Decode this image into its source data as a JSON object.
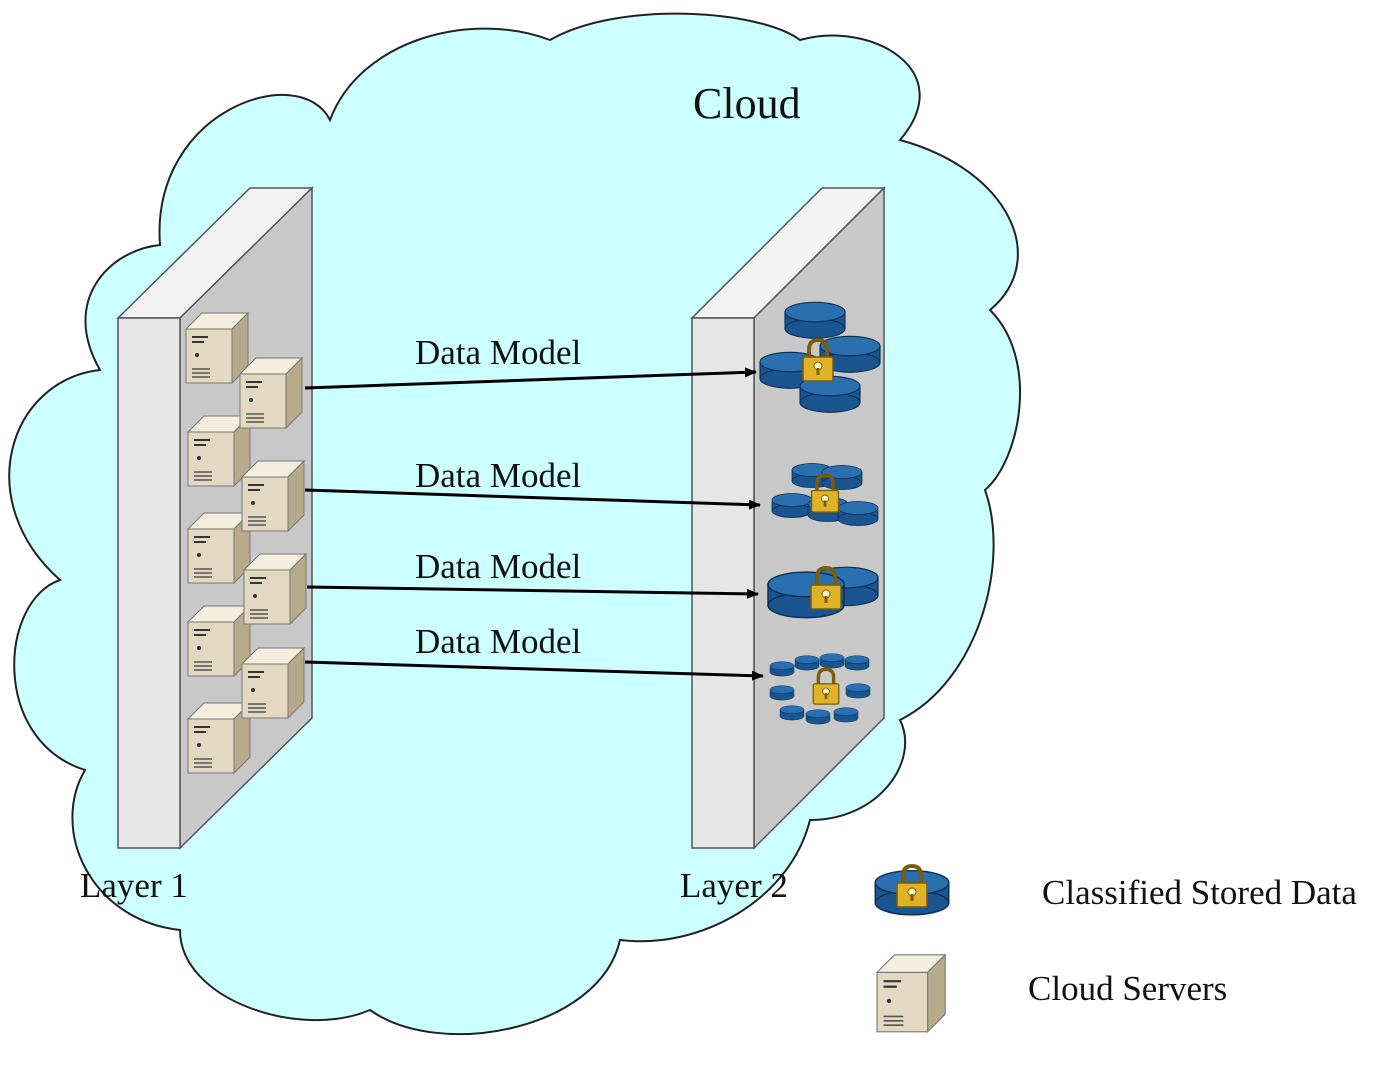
{
  "cloud": {
    "label": "Cloud"
  },
  "layers": [
    {
      "label": "Layer 1",
      "contains": "cloud-servers"
    },
    {
      "label": "Layer 2",
      "contains": "classified-stored-data"
    }
  ],
  "edges": [
    {
      "label": "Data Model"
    },
    {
      "label": "Data Model"
    },
    {
      "label": "Data Model"
    },
    {
      "label": "Data Model"
    }
  ],
  "legend": [
    {
      "icon": "database-lock-icon",
      "label": "Classified Stored Data"
    },
    {
      "icon": "server-icon",
      "label": "Cloud Servers"
    }
  ],
  "colors": {
    "cloud_fill": "#ccffff",
    "panel_front": "#e6e6e6",
    "panel_face": "#c8c8c8",
    "database": "#1f5d99",
    "server": "#e3d9c2",
    "lock": "#e0b225"
  }
}
